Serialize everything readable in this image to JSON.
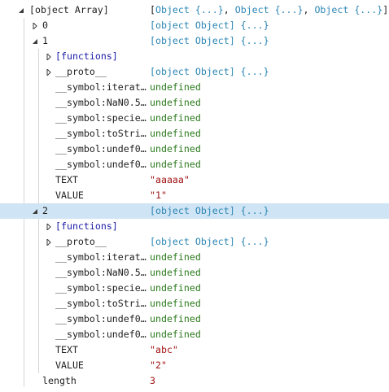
{
  "root": {
    "label": "[object Array]",
    "value_open": "[",
    "items": [
      "Object {...}",
      "Object {...}",
      "Object {...}"
    ],
    "sep": ", ",
    "value_close": "]"
  },
  "item0": {
    "key": "0",
    "value": "[object Object] {...}"
  },
  "item1": {
    "key": "1",
    "value": "[object Object] {...}",
    "children": [
      {
        "key": "[functions]",
        "value": ""
      },
      {
        "key": "__proto__",
        "value": "[object Object] {...}"
      },
      {
        "key": "__symbol:iterat…",
        "value": "undefined"
      },
      {
        "key": "__symbol:NaN0.5…",
        "value": "undefined"
      },
      {
        "key": "__symbol:specie…",
        "value": "undefined"
      },
      {
        "key": "__symbol:toStri…",
        "value": "undefined"
      },
      {
        "key": "__symbol:undef0…",
        "value": "undefined"
      },
      {
        "key": "__symbol:undef0…",
        "value": "undefined"
      },
      {
        "key": "TEXT",
        "value": "\"aaaaa\""
      },
      {
        "key": "VALUE",
        "value": "\"1\""
      }
    ]
  },
  "item2": {
    "key": "2",
    "value": "[object Object] {...}",
    "children": [
      {
        "key": "[functions]",
        "value": ""
      },
      {
        "key": "__proto__",
        "value": "[object Object] {...}"
      },
      {
        "key": "__symbol:iterat…",
        "value": "undefined"
      },
      {
        "key": "__symbol:NaN0.5…",
        "value": "undefined"
      },
      {
        "key": "__symbol:specie…",
        "value": "undefined"
      },
      {
        "key": "__symbol:toStri…",
        "value": "undefined"
      },
      {
        "key": "__symbol:undef0…",
        "value": "undefined"
      },
      {
        "key": "__symbol:undef0…",
        "value": "undefined"
      },
      {
        "key": "TEXT",
        "value": "\"abc\""
      },
      {
        "key": "VALUE",
        "value": "\"2\""
      }
    ]
  },
  "length": {
    "key": "length",
    "value": "3"
  },
  "colors": {
    "selected_row": "#cfe4f4",
    "object_value": "#2c86b4",
    "undefined_value": "#2b7a1c",
    "string_value": "#a31515",
    "functions_label": "#1a1aa6"
  },
  "icons": {
    "expanded": "triangle-down-icon",
    "collapsed": "triangle-right-icon"
  }
}
